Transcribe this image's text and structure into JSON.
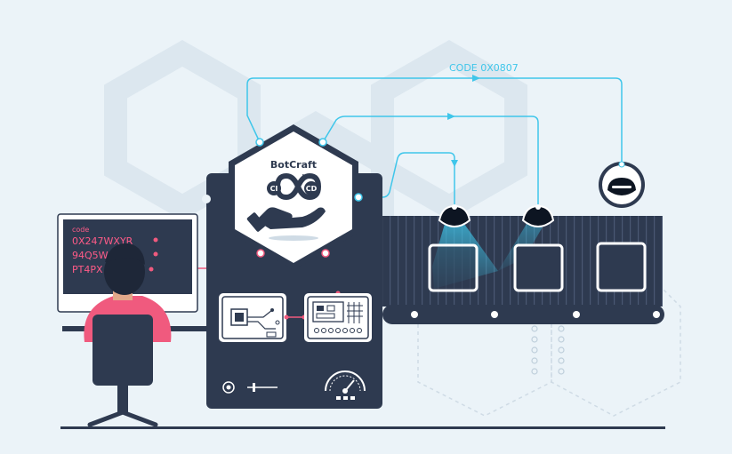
{
  "brand": {
    "name": "BotCraft",
    "badge_left": "CI",
    "badge_right": "CD"
  },
  "flow": {
    "code_label": "CODE 0X0807"
  },
  "monitor": {
    "header": "code",
    "lines": [
      "0X247WXYR",
      "94Q5W",
      "PT4PX"
    ]
  },
  "colors": {
    "background": "#ebf3f8",
    "navy": "#2e3a50",
    "pink": "#f05a7e",
    "cyan": "#3fc6ea",
    "accent_text": "#ff5b88"
  }
}
